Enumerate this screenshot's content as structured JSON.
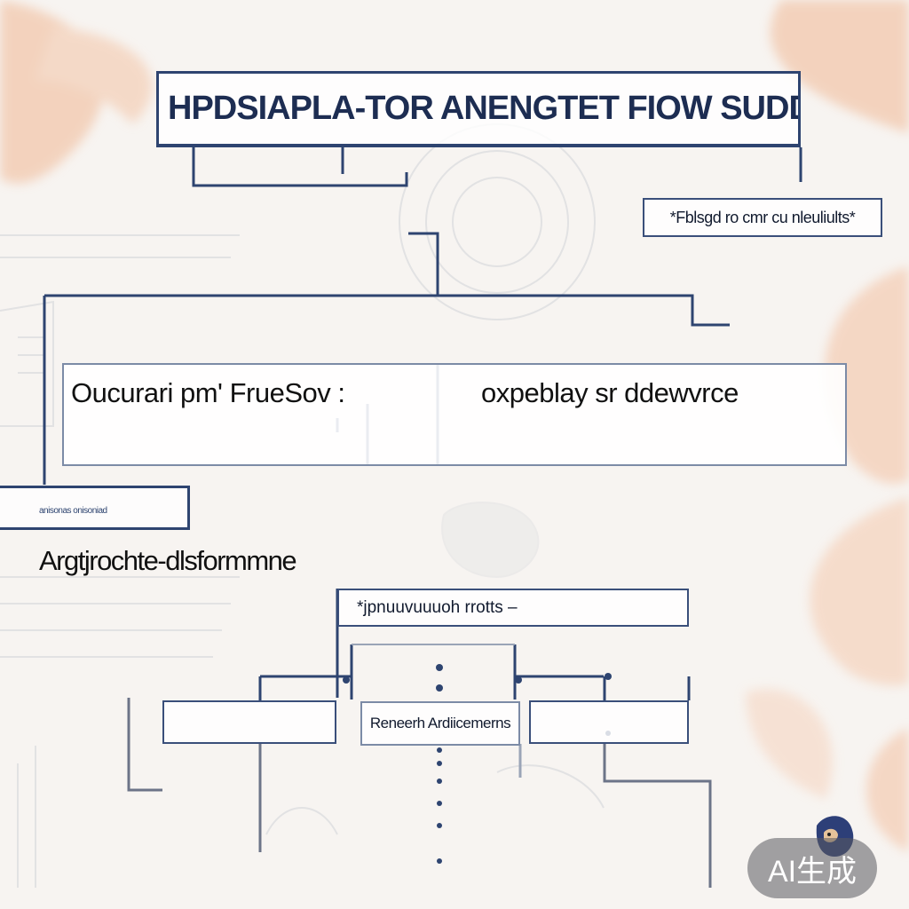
{
  "diagram": {
    "title": "HPDSIAPLA-TOR ANENGTET FIOW SUDDISITY",
    "note": "*Fblsgd ro cmr cu nleuliults*",
    "main_left": "Oucurari pm' FrueSov :",
    "main_right": "oxpeblay sr ddewvrce",
    "small_bar_label": "anisonas onisoniad",
    "section_heading": "Argtjrochte-dlsformmne",
    "mid_box": "*jpnuuvuuuoh rrotts –",
    "leaf_center": "Reneerh Ardiicemerns"
  },
  "badge": {
    "label": "AI生成"
  },
  "colors": {
    "line": "#2e4470",
    "accent_bg": "#f2c9ad"
  }
}
